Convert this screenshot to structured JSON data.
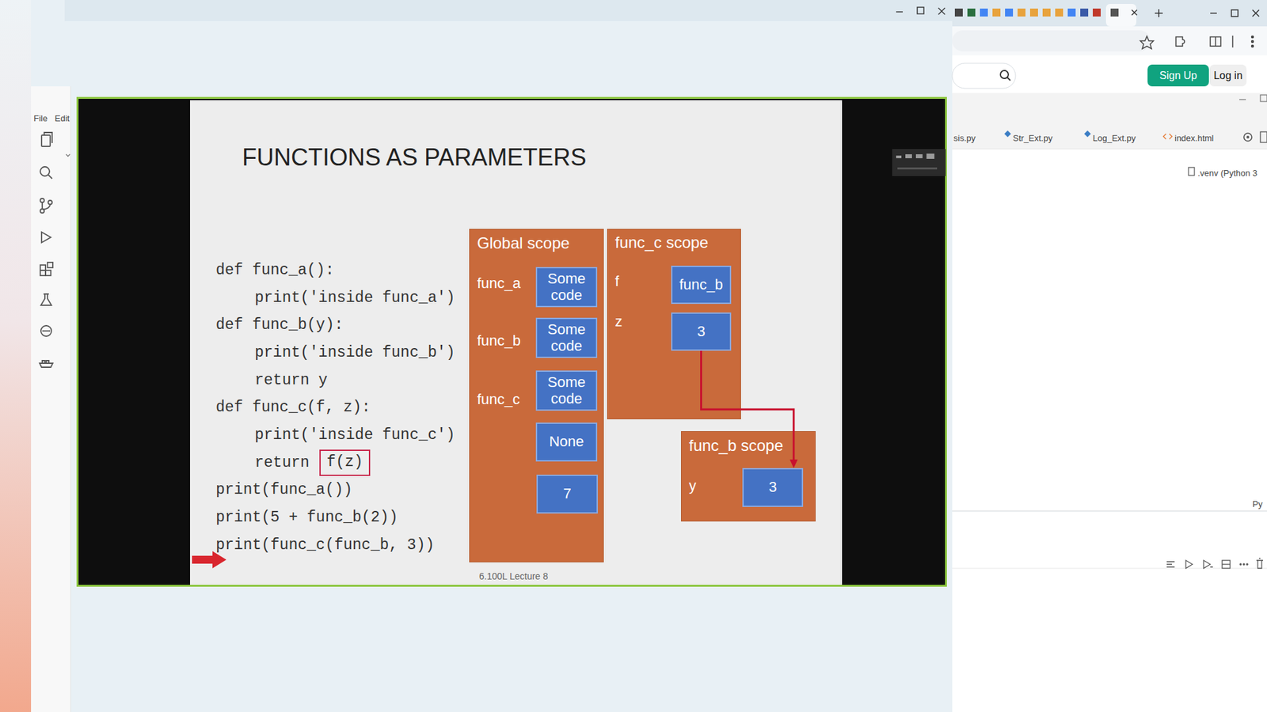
{
  "diagram": {
    "title": "FUNCTIONS AS PARAMETERS",
    "nodes": [
      {
        "text": [
          "Sign Up"
        ]
      },
      {
        "text": [
          "Log in"
        ]
      },
      {
        "text": [
          "f(z)"
        ]
      },
      {
        "text": [
          "Global scope",
          "func_a",
          "func_b",
          "func_c"
        ]
      },
      {
        "text": [
          "Some code"
        ],
        "in": 3
      },
      {
        "text": [
          "Some code"
        ],
        "in": 3
      },
      {
        "text": [
          "Some code"
        ],
        "in": 3
      },
      {
        "text": [
          "None"
        ],
        "in": 3
      },
      {
        "text": [
          "7"
        ],
        "in": 3
      },
      {
        "text": [
          "func_c scope",
          "f",
          "z"
        ]
      },
      {
        "text": [
          "func_b"
        ],
        "in": 9
      },
      {
        "text": [
          "3"
        ],
        "in": 9
      },
      {
        "text": [
          "func_b scope",
          "y"
        ]
      },
      {
        "text": [
          "3"
        ],
        "in": 12
      }
    ],
    "edges": [
      {
        "from": 11,
        "to": 13,
        "arrow": "to"
      }
    ],
    "labels": [
      "def func_a():",
      "print('inside func_a')",
      "def func_b(y):",
      "print('inside func_b')",
      "return y",
      "def func_c(f, z):",
      "print('inside func_c')",
      "return",
      "print(func_a())",
      "print(5 + func_b(2))",
      "print(func_c(func_b, 3))",
      "6.100L Lecture 8",
      "File",
      "Edit",
      "sis.py",
      "Str_Ext.py",
      "Log_Ext.py",
      "index.html",
      ".venv (Python 3",
      "Py"
    ]
  }
}
